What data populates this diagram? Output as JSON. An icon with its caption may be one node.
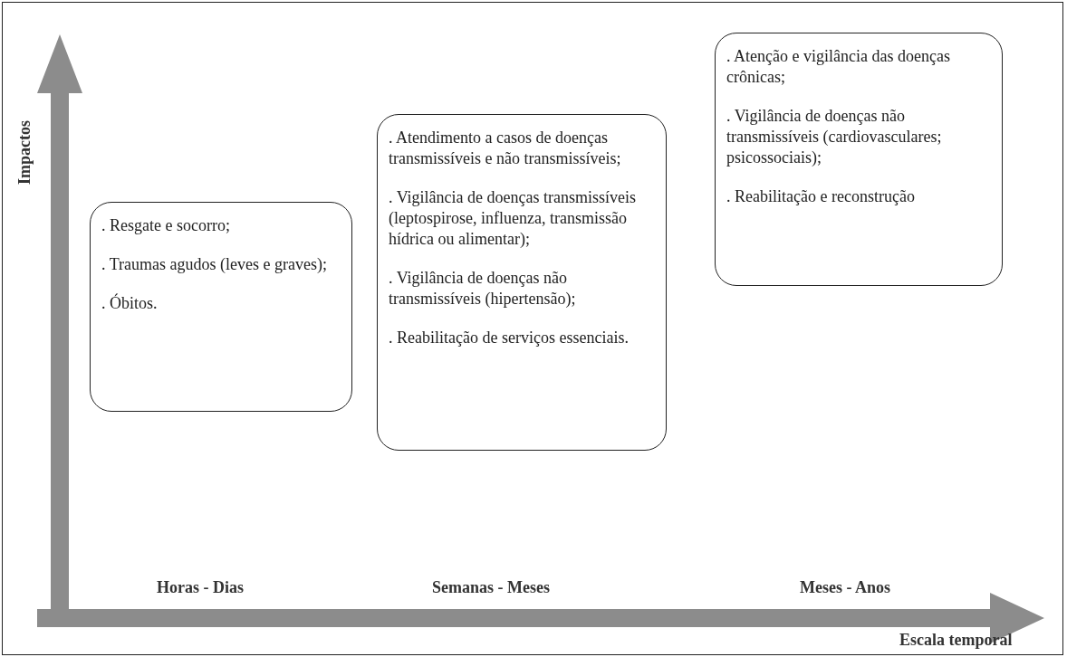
{
  "diagram": {
    "nodes": [
      {
        "text": [
          ". Resgate e socorro;",
          ". Traumas agudos (leves e graves);",
          ". Óbitos."
        ]
      },
      {
        "text": [
          ". Atendimento a casos de doenças transmissíveis e não transmissíveis;",
          ". Vigilância de doenças transmissíveis (leptospirose, influenza, transmissão hídrica ou alimentar);",
          ". Vigilância de doenças não transmissíveis (hipertensão);",
          ". Reabilitação de serviços essenciais."
        ]
      },
      {
        "text": [
          ". Atenção e vigilância das doenças crônicas;",
          ". Vigilância de doenças não transmissíveis (cardiovasculares; psicossociais);",
          ". Reabilitação e reconstrução"
        ]
      }
    ],
    "edges": [],
    "labels": [
      "Impactos",
      "Horas - Dias",
      "Semanas - Meses",
      "Meses - Anos",
      "Escala temporal"
    ]
  }
}
